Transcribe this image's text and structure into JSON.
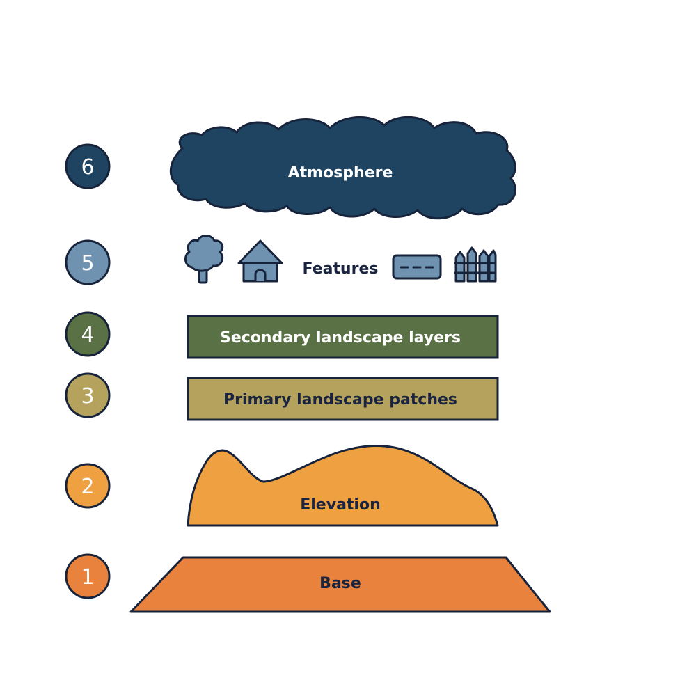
{
  "colors": {
    "outline": "#17233a",
    "atmosphere": "#1f4462",
    "features": "#6f92b0",
    "secondary": "#5a7145",
    "primary": "#b5a25d",
    "elevation": "#efa040",
    "base": "#e8823c",
    "number_text": "#ffffff",
    "light_label": "#ffffff",
    "dark_label": "#1a2440"
  },
  "layers": [
    {
      "number": "6",
      "label": "Atmosphere",
      "key": "atmosphere"
    },
    {
      "number": "5",
      "label": "Features",
      "key": "features"
    },
    {
      "number": "4",
      "label": "Secondary landscape layers",
      "key": "secondary"
    },
    {
      "number": "3",
      "label": "Primary landscape patches",
      "key": "primary"
    },
    {
      "number": "2",
      "label": "Elevation",
      "key": "elevation"
    },
    {
      "number": "1",
      "label": "Base",
      "key": "base"
    }
  ],
  "feature_icons": [
    "tree-icon",
    "house-icon",
    "road-icon",
    "fence-icon"
  ]
}
